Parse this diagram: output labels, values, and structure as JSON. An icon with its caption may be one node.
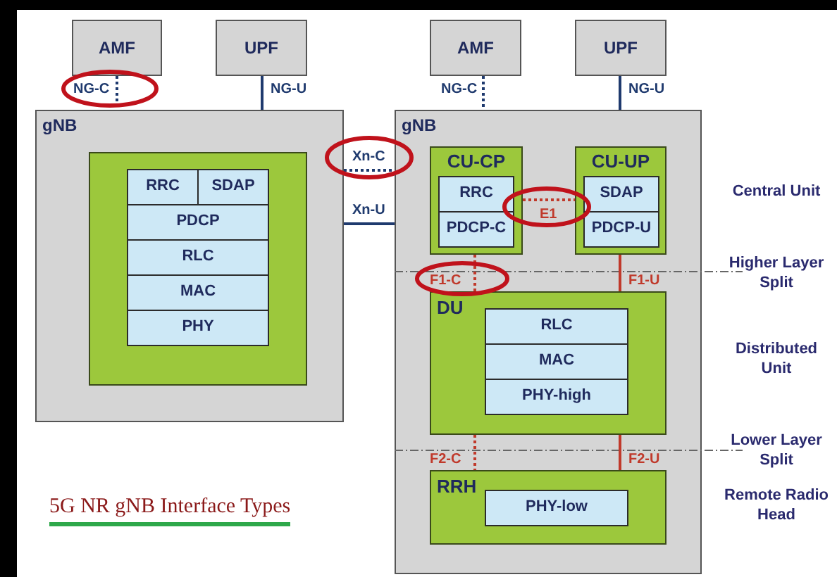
{
  "diagram": {
    "caption": "5G NR gNB Interface Types",
    "nodes": [
      {
        "text": [
          "AMF"
        ]
      },
      {
        "text": [
          "UPF"
        ]
      },
      {
        "text": [
          "gNB"
        ]
      },
      {
        "text": [],
        "shape": "box",
        "in": 2
      },
      {
        "text": [
          "RRC"
        ],
        "in": 3
      },
      {
        "text": [
          "SDAP"
        ],
        "in": 3
      },
      {
        "text": [
          "PDCP"
        ],
        "in": 3
      },
      {
        "text": [
          "RLC"
        ],
        "in": 3
      },
      {
        "text": [
          "MAC"
        ],
        "in": 3
      },
      {
        "text": [
          "PHY"
        ],
        "in": 3
      },
      {
        "text": [
          "AMF"
        ]
      },
      {
        "text": [
          "UPF"
        ]
      },
      {
        "text": [
          "gNB"
        ]
      },
      {
        "text": [
          "CU-CP"
        ],
        "in": 12
      },
      {
        "text": [
          "RRC"
        ],
        "in": 13
      },
      {
        "text": [
          "PDCP-C"
        ],
        "in": 13
      },
      {
        "text": [
          "CU-UP"
        ],
        "in": 12
      },
      {
        "text": [
          "SDAP"
        ],
        "in": 16
      },
      {
        "text": [
          "PDCP-U"
        ],
        "in": 16
      },
      {
        "text": [
          "DU"
        ],
        "in": 12
      },
      {
        "text": [
          "RLC"
        ],
        "in": 19
      },
      {
        "text": [
          "MAC"
        ],
        "in": 19
      },
      {
        "text": [
          "PHY-high"
        ],
        "in": 19
      },
      {
        "text": [
          "RRH"
        ],
        "in": 12
      },
      {
        "text": [
          "PHY-low"
        ],
        "in": 23
      }
    ],
    "edges": [
      {
        "from": 0,
        "to": 2,
        "arrow": "none",
        "label": "NG-C",
        "style": "dashed"
      },
      {
        "from": 1,
        "to": 2,
        "arrow": "none",
        "label": "NG-U"
      },
      {
        "from": 2,
        "to": 12,
        "arrow": "none",
        "label": "Xn-C",
        "style": "dashed"
      },
      {
        "from": 2,
        "to": 12,
        "arrow": "none",
        "label": "Xn-U"
      },
      {
        "from": 10,
        "to": 12,
        "arrow": "none",
        "label": "NG-C",
        "style": "dashed"
      },
      {
        "from": 11,
        "to": 12,
        "arrow": "none",
        "label": "NG-U"
      },
      {
        "from": 13,
        "to": 16,
        "arrow": "none",
        "label": "E1",
        "style": "dashed",
        "color": "#c0392b"
      },
      {
        "from": 13,
        "to": 19,
        "arrow": "none",
        "label": "F1-C",
        "style": "dashed",
        "color": "#c0392b"
      },
      {
        "from": 16,
        "to": 19,
        "arrow": "none",
        "label": "F1-U",
        "color": "#c0392b"
      },
      {
        "from": 19,
        "to": 23,
        "arrow": "none",
        "label": "F2-C",
        "style": "dashed",
        "color": "#c0392b"
      },
      {
        "from": 19,
        "to": 23,
        "arrow": "none",
        "label": "F2-U",
        "color": "#c0392b"
      }
    ],
    "labels": [
      "Central Unit",
      "Higher Layer Split",
      "Distributed Unit",
      "Lower Layer Split",
      "Remote Radio Head"
    ]
  }
}
